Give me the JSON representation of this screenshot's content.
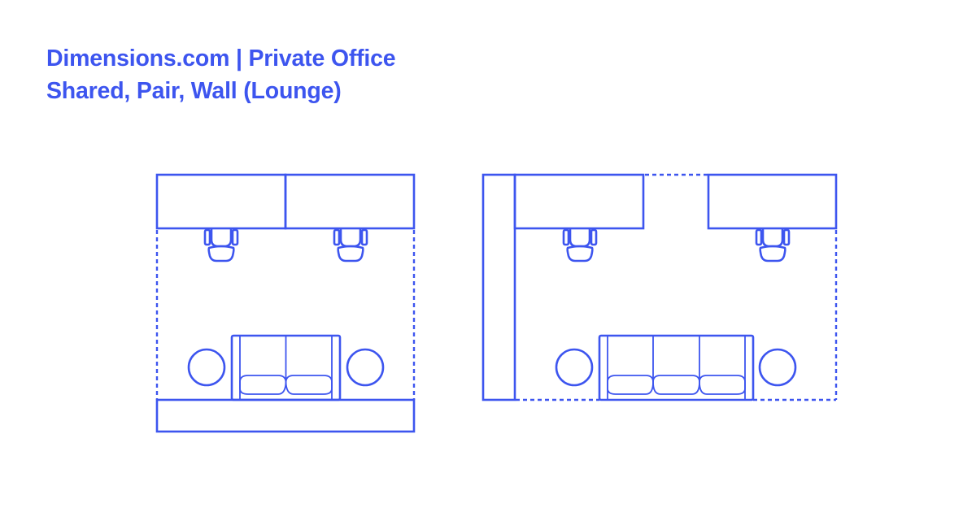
{
  "header": {
    "title_line1": "Dimensions.com | Private Office",
    "title_line2": "Shared, Pair, Wall (Lounge)"
  },
  "colors": {
    "accent": "#3d55ef",
    "background": "#ffffff"
  },
  "diagrams": [
    {
      "name": "layout-left",
      "description": "Two desks side by side against top wall, loveseat with two round side tables against bottom credenza",
      "desks": 2,
      "chairs": 2,
      "sofa_seats": 2,
      "side_tables": 2,
      "credenza": true
    },
    {
      "name": "layout-right",
      "description": "Two separated desks against top wall, tall wall cabinet on left, three-seat sofa with two round side tables",
      "desks": 2,
      "chairs": 2,
      "sofa_seats": 3,
      "side_tables": 2,
      "wall_cabinet": true
    }
  ]
}
